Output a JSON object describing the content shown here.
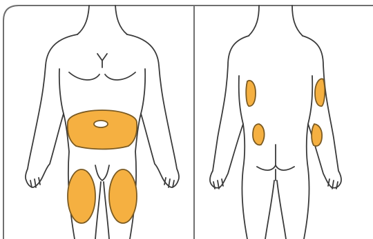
{
  "colors": {
    "outline": "#3a3a3a",
    "highlight_fill": "#f5b041",
    "highlight_stroke": "#7a5a22",
    "frame": "#6f6f6f",
    "background": "#ffffff"
  },
  "panels": [
    {
      "id": "front",
      "view": "front",
      "highlighted_regions": [
        "abdomen",
        "left-thigh",
        "right-thigh"
      ]
    },
    {
      "id": "back",
      "view": "back",
      "highlighted_regions": [
        "left-upper-arm",
        "right-upper-arm",
        "left-buttock",
        "right-buttock"
      ]
    }
  ]
}
